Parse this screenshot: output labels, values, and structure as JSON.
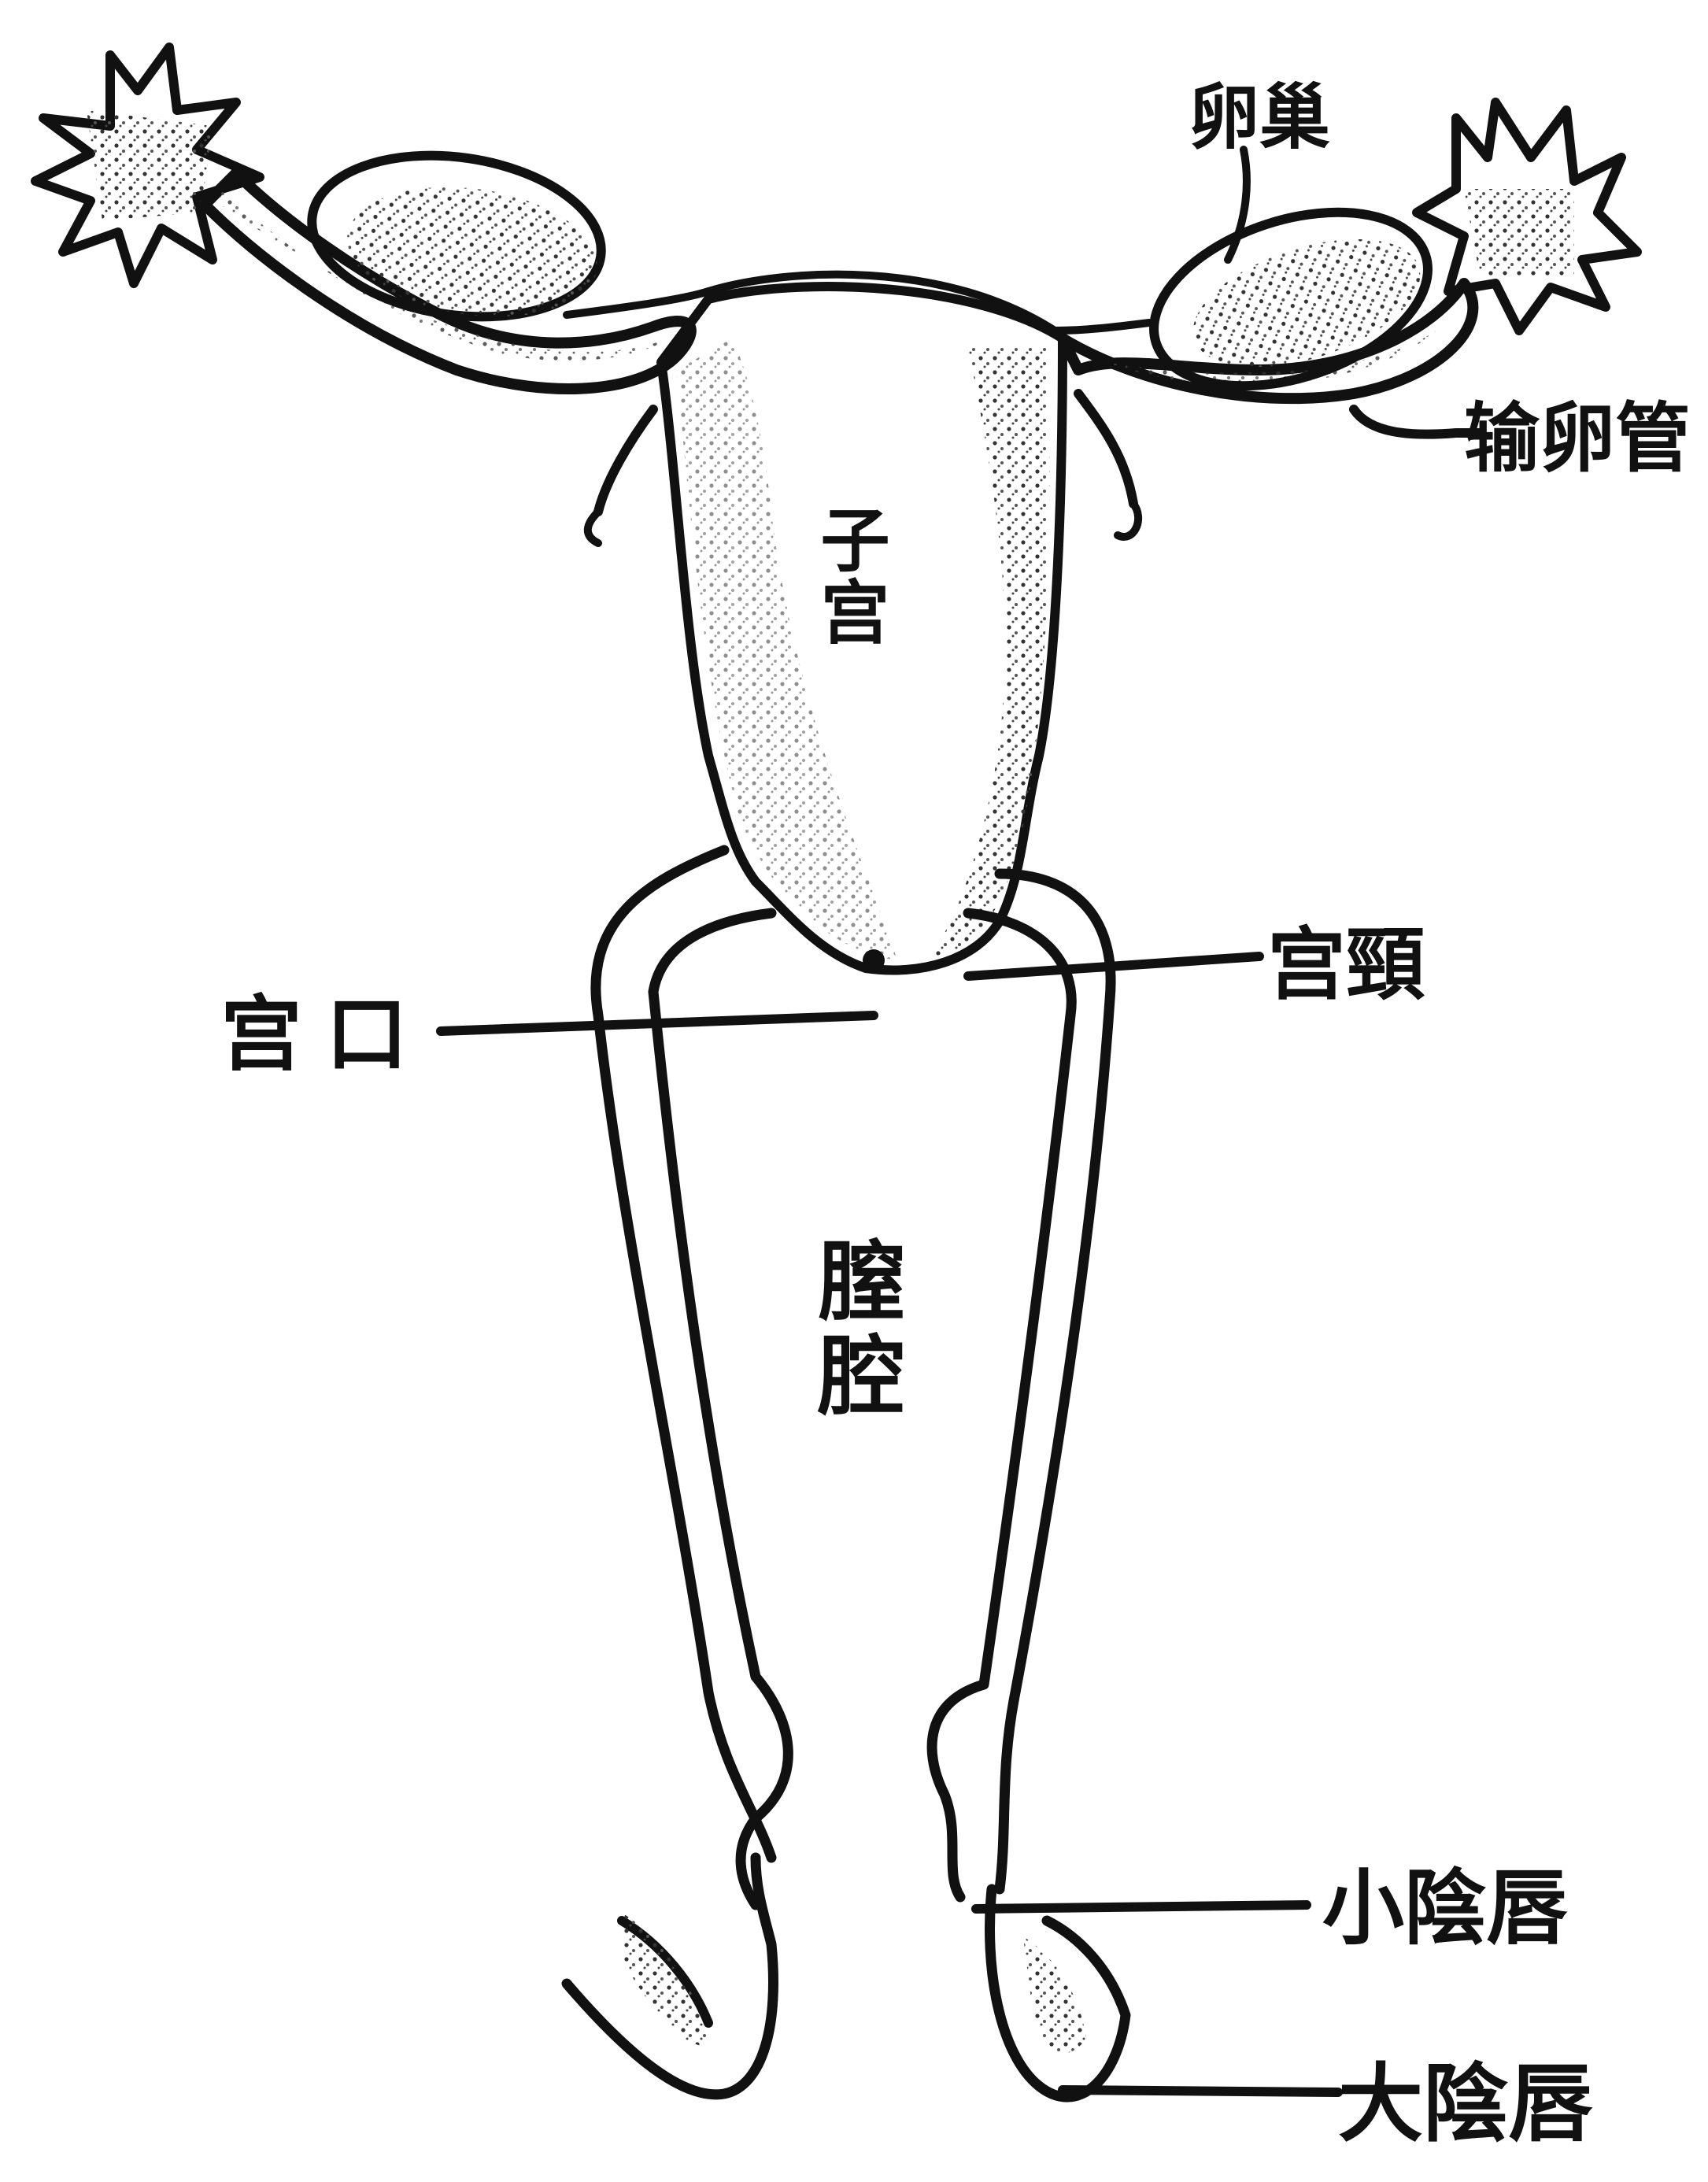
{
  "labels": {
    "uterus": "子宫",
    "ovary": "卵巢",
    "fallopian_tube": "输卵管",
    "cervix": "宫頸",
    "cervical_os": "宫口",
    "vagina": "膣腔",
    "labia_minora": "小陰唇",
    "labia_majora": "大陰唇"
  },
  "colors": {
    "ink": "#111111",
    "stipple": "#cfcfcf",
    "background": "#ffffff"
  }
}
